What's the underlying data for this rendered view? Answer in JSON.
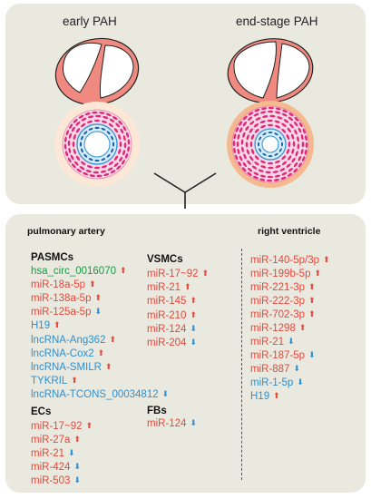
{
  "top": {
    "left_title": "early PAH",
    "right_title": "end-stage PAH"
  },
  "colors": {
    "red": "#e8473a",
    "blue": "#2e8fd1",
    "green": "#1a9a43",
    "dark": "#111111"
  },
  "bottom": {
    "pa_heading": "pulmonary artery",
    "rv_heading": "right ventricle",
    "groups": {
      "pasmcs": {
        "title": "PASMCs",
        "items": [
          {
            "label": "hsa_circ_0016070",
            "color": "green",
            "dir": "up"
          },
          {
            "label": "miR-18a-5p",
            "color": "red",
            "dir": "up"
          },
          {
            "label": "miR-138a-5p",
            "color": "red",
            "dir": "up"
          },
          {
            "label": "miR-125a-5p",
            "color": "red",
            "dir": "down"
          },
          {
            "label": "H19",
            "color": "blue",
            "dir": "up"
          },
          {
            "label": "lncRNA-Ang362",
            "color": "blue",
            "dir": "up"
          },
          {
            "label": "lncRNA-Cox2",
            "color": "blue",
            "dir": "up"
          },
          {
            "label": "lncRNA-SMILR",
            "color": "blue",
            "dir": "up"
          },
          {
            "label": "TYKRIL",
            "color": "blue",
            "dir": "up"
          },
          {
            "label": "lncRNA-TCONS_00034812",
            "color": "blue",
            "dir": "down"
          }
        ]
      },
      "vsmcs": {
        "title": "VSMCs",
        "items": [
          {
            "label": "miR-17~92",
            "color": "red",
            "dir": "up"
          },
          {
            "label": "miR-21",
            "color": "red",
            "dir": "up"
          },
          {
            "label": "miR-145",
            "color": "red",
            "dir": "up"
          },
          {
            "label": "miR-210",
            "color": "red",
            "dir": "up"
          },
          {
            "label": "miR-124",
            "color": "red",
            "dir": "down"
          },
          {
            "label": "miR-204",
            "color": "red",
            "dir": "down"
          }
        ]
      },
      "ecs": {
        "title": "ECs",
        "items": [
          {
            "label": "miR-17~92",
            "color": "red",
            "dir": "up"
          },
          {
            "label": "miR-27a",
            "color": "red",
            "dir": "up"
          },
          {
            "label": "miR-21",
            "color": "red",
            "dir": "down"
          },
          {
            "label": "miR-424",
            "color": "red",
            "dir": "down"
          },
          {
            "label": "miR-503",
            "color": "red",
            "dir": "down"
          }
        ]
      },
      "fbs": {
        "title": "FBs",
        "items": [
          {
            "label": "miR-124",
            "color": "red",
            "dir": "down"
          }
        ]
      },
      "rv": {
        "items": [
          {
            "label": "miR-140-5p/3p",
            "color": "red",
            "dir": "up"
          },
          {
            "label": "miR-199b-5p",
            "color": "red",
            "dir": "up"
          },
          {
            "label": "miR-221-3p",
            "color": "red",
            "dir": "up"
          },
          {
            "label": "miR-222-3p",
            "color": "red",
            "dir": "up"
          },
          {
            "label": "miR-702-3p",
            "color": "red",
            "dir": "up"
          },
          {
            "label": "miR-1298",
            "color": "red",
            "dir": "up"
          },
          {
            "label": "miR-21",
            "color": "red",
            "dir": "down"
          },
          {
            "label": "miR-187-5p",
            "color": "red",
            "dir": "down"
          },
          {
            "label": "miR-887",
            "color": "red",
            "dir": "down"
          },
          {
            "label": "miR-1-5p",
            "color": "blue",
            "dir": "down"
          },
          {
            "label": "H19",
            "color": "blue",
            "dir": "up"
          }
        ]
      }
    }
  }
}
